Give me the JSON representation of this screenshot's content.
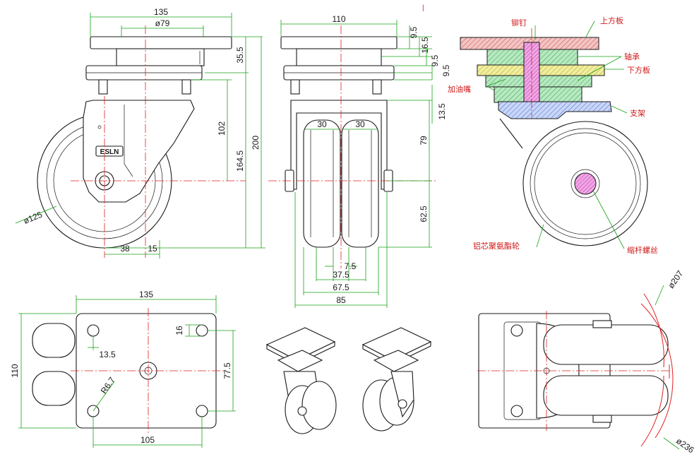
{
  "dimensions": {
    "side": {
      "plate_width": "135",
      "bolt_circle": "ø79",
      "plate_height": "35.5",
      "offset_height": "102",
      "axle_height": "164.5",
      "overall_height": "200",
      "wheel_diameter": "ø125",
      "offset": "38",
      "offset_small": "15"
    },
    "front": {
      "plate_width": "110",
      "h1": "9.5",
      "h2": "16.5",
      "h3": "9.5",
      "h4": "9.5",
      "h5": "13.5",
      "tread_left": "30",
      "tread_right": "30",
      "h6": "79",
      "h7": "62.5",
      "gap": "7.5",
      "w1": "37.5",
      "w2": "67.5",
      "w3": "85"
    },
    "bottom": {
      "plate_width": "135",
      "hole_dia": "16",
      "edge": "13.5",
      "hole_spacing_v": "77.5",
      "radius": "R6.7",
      "hole_spacing_h": "105",
      "plate_height": "110"
    },
    "top": {
      "swivel_radius": "ø207",
      "wheel_sweep": "ø236"
    }
  },
  "labels": {
    "rivet": "铆钉",
    "top_plate": "上方板",
    "bearing": "轴承",
    "bottom_plate": "下方板",
    "grease_nipple": "加油嘴",
    "bracket": "支架",
    "wheel": "铝芯聚氨酯轮",
    "bolt": "缩杆螺丝",
    "logo": "ESLN"
  },
  "colors": {
    "outline": "#1a1a1a",
    "dimension": "#17a317",
    "centerline": "#e02020",
    "callout_text": "#d01818",
    "top_plate_fill": "#e79a9a",
    "bearing_fill": "#c9a0e0",
    "bottom_plate_fill": "#e6e07a",
    "bracket_fill": "#9fb6ee",
    "core_fill": "#e680d4",
    "green_fill": "#8fd99a"
  }
}
